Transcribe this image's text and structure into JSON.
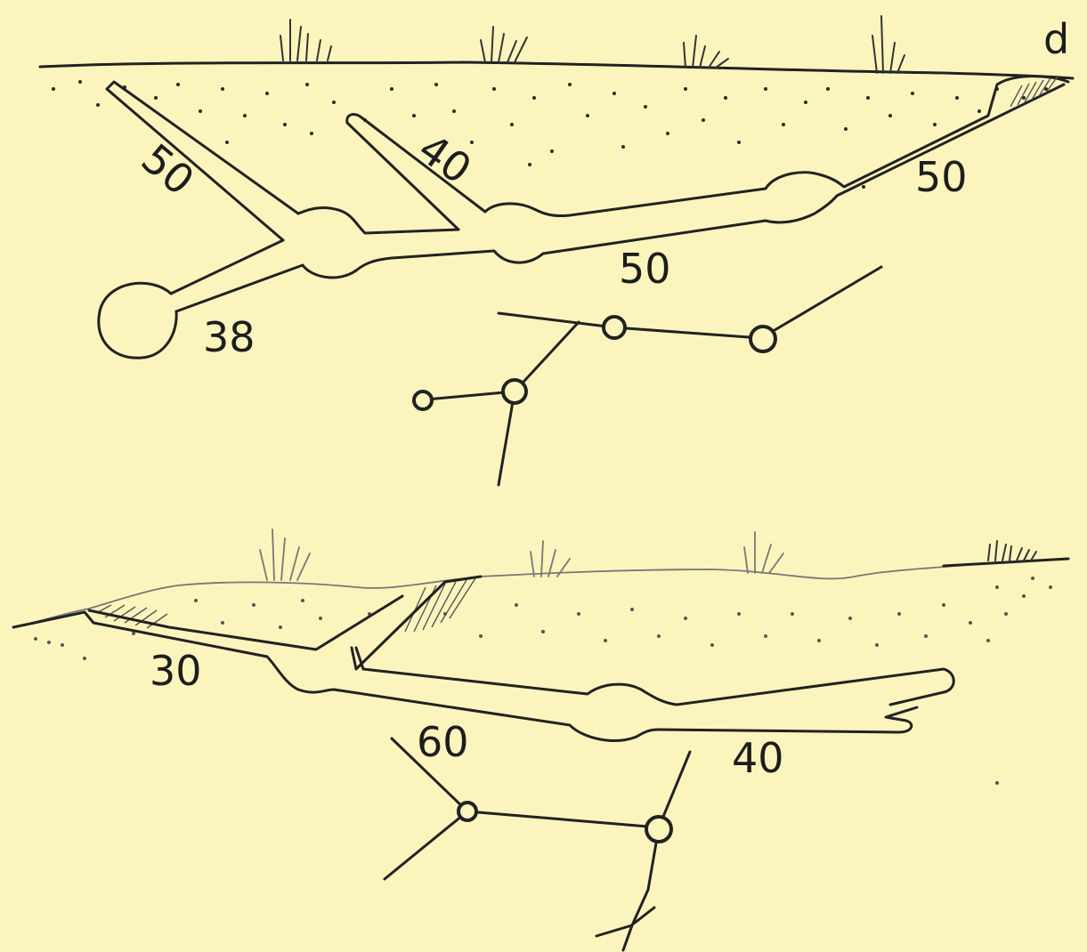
{
  "top_section": {
    "labels": {
      "branch_left": "50",
      "branch_mid": "40",
      "tunnel_right": "50",
      "tunnel_main": "50",
      "chamber": "38",
      "corner": "d"
    }
  },
  "bottom_section": {
    "labels": {
      "left": "30",
      "mid": "60",
      "right": "40"
    }
  },
  "colors": {
    "paper": "#fbf5bd",
    "ink": "#222222"
  }
}
